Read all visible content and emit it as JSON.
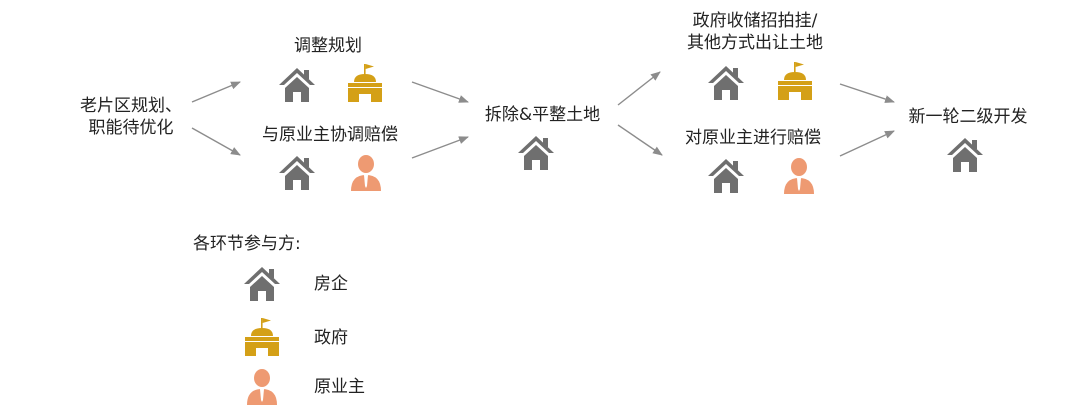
{
  "nodes": {
    "start": {
      "line1": "老片区规划、",
      "line2": "职能待优化"
    },
    "adjust_plan": {
      "label": "调整规划"
    },
    "negotiate": {
      "label": "与原业主协调赔偿"
    },
    "demolish": {
      "label": "拆除&平整土地"
    },
    "gov_sale": {
      "line1": "政府收储招拍挂/",
      "line2": "其他方式出让土地"
    },
    "compensate": {
      "label": "对原业主进行赔偿"
    },
    "develop": {
      "label": "新一轮二级开发"
    }
  },
  "legend": {
    "title": "各环节参与方:",
    "items": [
      {
        "icon": "house-icon",
        "label": "房企"
      },
      {
        "icon": "government-building-icon",
        "label": "政府"
      },
      {
        "icon": "person-icon",
        "label": "原业主"
      }
    ]
  },
  "colors": {
    "house": "#6f6f6f",
    "government": "#d4a017",
    "person": "#ee9a72",
    "arrow": "#8c8c8c",
    "text": "#222222"
  }
}
